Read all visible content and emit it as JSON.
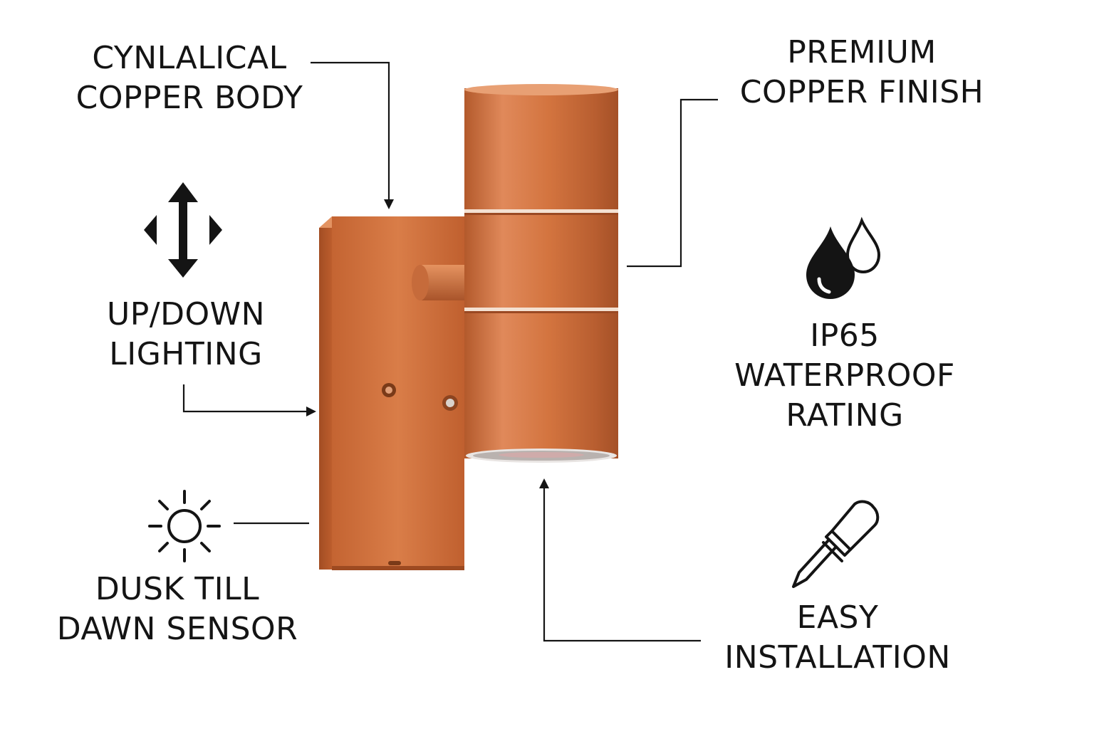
{
  "features": {
    "body": {
      "line1": "CYNLALICAL",
      "line2": "COPPER BODY",
      "icon": "none"
    },
    "finish": {
      "line1": "PREMIUM",
      "line2": "COPPER FINISH",
      "icon": "none"
    },
    "lighting": {
      "line1": "UP/DOWN",
      "line2": "LIGHTING",
      "icon": "up-down-arrows-icon"
    },
    "waterproof": {
      "line1": "IP65",
      "line2": "WATERPROOF",
      "line3": "RATING",
      "icon": "water-drops-icon"
    },
    "sensor": {
      "line1": "DUSK TILL",
      "line2": "DAWN SENSOR",
      "icon": "sun-icon"
    },
    "install": {
      "line1": "EASY",
      "line2": "INSTALLATION",
      "icon": "screwdriver-icon"
    }
  },
  "colors": {
    "copper": "#c86a38",
    "copper_dark": "#a9542a",
    "copper_light": "#e48f5c",
    "text": "#141414"
  }
}
